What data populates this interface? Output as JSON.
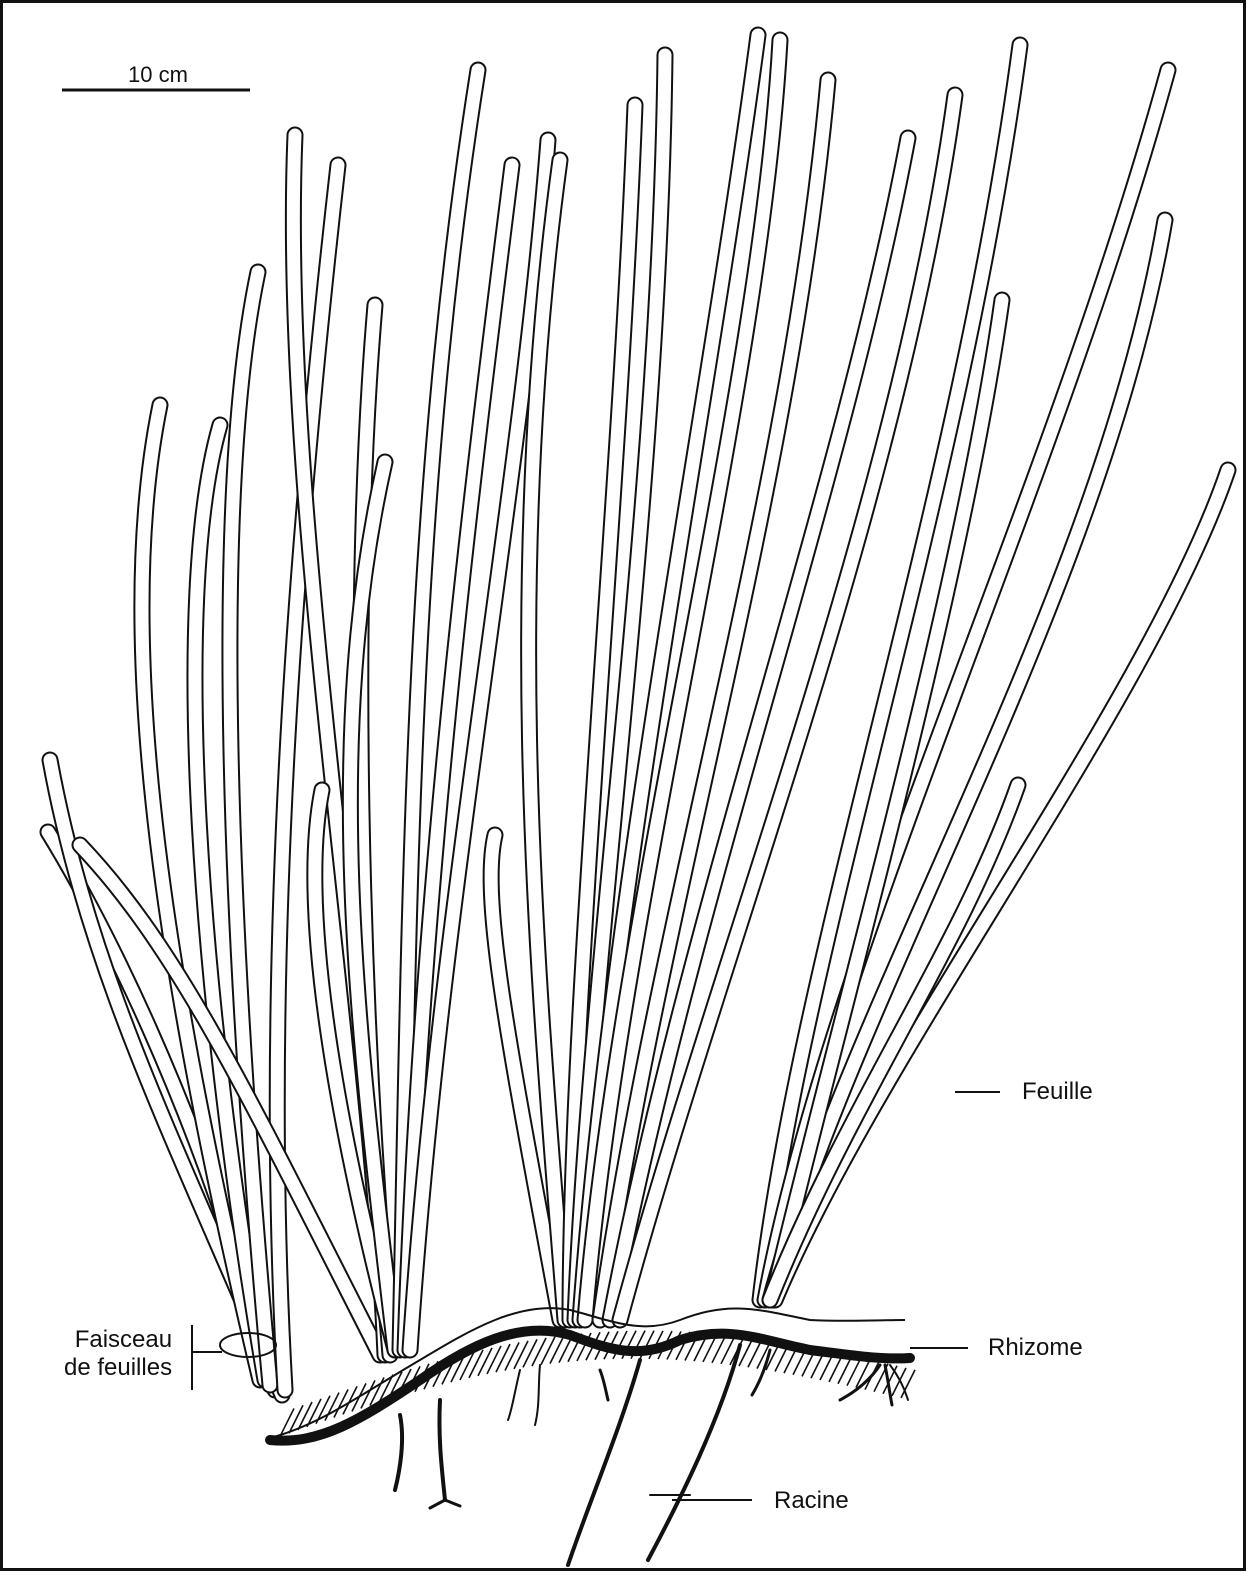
{
  "figure": {
    "scale_bar": {
      "label": "10 cm"
    },
    "labels": {
      "leaf": "Feuille",
      "rhizome": "Rhizome",
      "root": "Racine",
      "leaf_bundle_line1": "Faisceau",
      "leaf_bundle_line2": "de feuilles"
    },
    "colors": {
      "ink": "#111111",
      "background": "#ffffff"
    }
  }
}
